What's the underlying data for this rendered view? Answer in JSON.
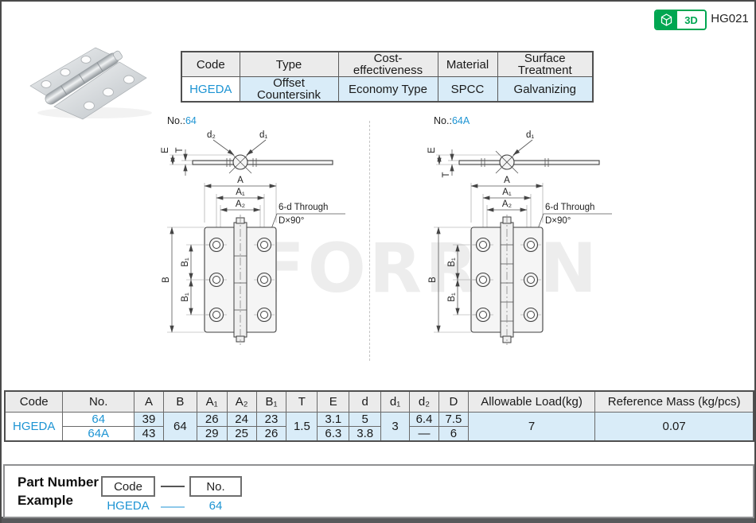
{
  "header": {
    "badge_3d_label": "3D",
    "model_code": "HG021"
  },
  "colors": {
    "accent_blue": "#1d94d3",
    "badge_green": "#00a651",
    "cell_blue": "#d9ecf8",
    "header_gray": "#ebebeb"
  },
  "spec_table": {
    "headers": [
      "Code",
      "Type",
      "Cost-effectiveness",
      "Material",
      "Surface Treatment"
    ],
    "row": {
      "code": "HGEDA",
      "type": "Offset Countersink",
      "cost_effectiveness": "Economy Type",
      "material": "SPCC",
      "surface_treatment": "Galvanizing"
    }
  },
  "drawings": {
    "left": {
      "no_label": "No.:",
      "no_value": "64"
    },
    "right": {
      "no_label": "No.:",
      "no_value": "64A"
    },
    "labels": {
      "A": "A",
      "A1": "A₁",
      "A2": "A₂",
      "B": "B",
      "B1": "B₁",
      "E": "E",
      "T": "T",
      "d1": "d₁",
      "d2": "d₂",
      "through_hole": "6-d Through",
      "countersink": "D×90°"
    }
  },
  "watermark": "FORRUN",
  "dim_table": {
    "headers": [
      "Code",
      "No.",
      "A",
      "B",
      "A₁",
      "A₂",
      "B₁",
      "T",
      "E",
      "d",
      "d₁",
      "d₂",
      "D",
      "Allowable Load(kg)",
      "Reference Mass (kg/pcs)"
    ],
    "code": "HGEDA",
    "row1": {
      "no": "64",
      "A": "39",
      "A1": "26",
      "A2": "24",
      "B1": "23",
      "E": "3.1",
      "d": "5",
      "d2": "6.4",
      "D": "7.5"
    },
    "row2": {
      "no": "64A",
      "A": "43",
      "A1": "29",
      "A2": "25",
      "B1": "26",
      "E": "6.3",
      "d": "3.8",
      "d2": "—",
      "D": "6"
    },
    "shared": {
      "B": "64",
      "T": "1.5",
      "d1": "3",
      "allowable_load": "7",
      "reference_mass": "0.07"
    }
  },
  "part_number_example": {
    "title_line1": "Part Number",
    "title_line2": "Example",
    "code_box_label": "Code",
    "no_box_label": "No.",
    "example_code": "HGEDA",
    "example_no": "64"
  }
}
